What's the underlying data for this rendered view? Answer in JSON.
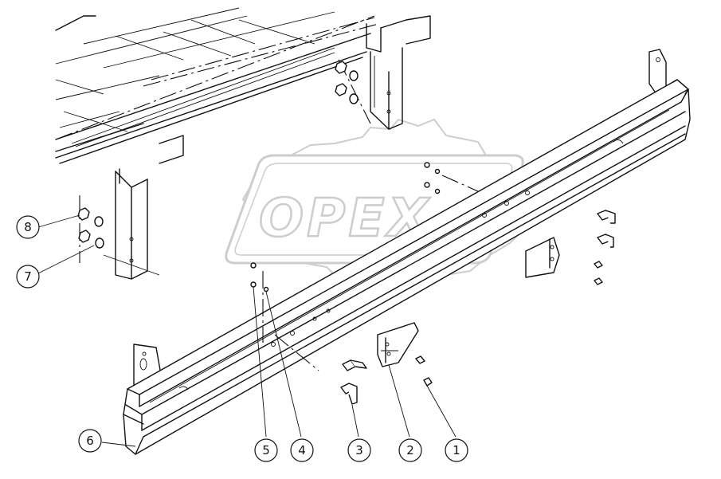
{
  "watermark": {
    "text": "OPEX",
    "color": "#c8c8c8"
  },
  "callouts": [
    {
      "id": "1",
      "label": "1"
    },
    {
      "id": "2",
      "label": "2"
    },
    {
      "id": "3",
      "label": "3"
    },
    {
      "id": "4",
      "label": "4"
    },
    {
      "id": "5",
      "label": "5"
    },
    {
      "id": "6",
      "label": "6"
    },
    {
      "id": "7",
      "label": "7"
    },
    {
      "id": "8",
      "label": "8"
    }
  ],
  "colors": {
    "line": "#111111",
    "background": "#ffffff"
  }
}
